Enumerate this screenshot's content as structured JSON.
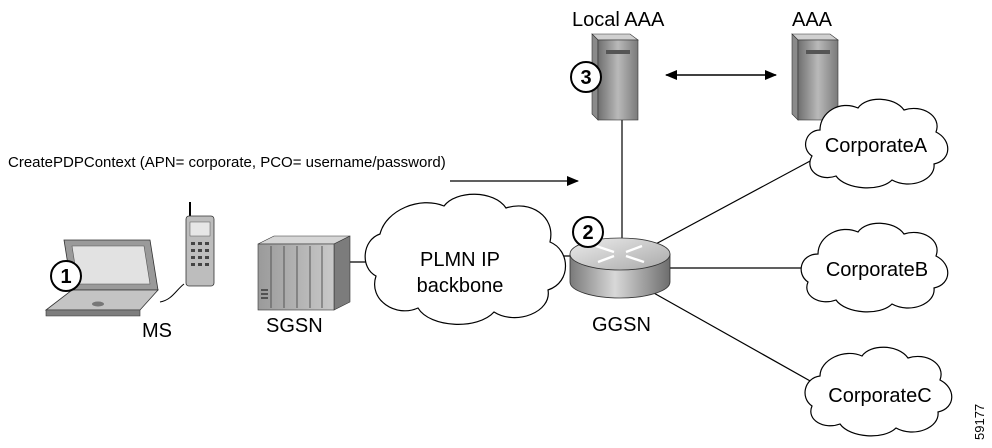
{
  "message": "CreatePDPContext (APN= corporate, PCO= username/password)",
  "nodes": {
    "local_aaa": "Local AAA",
    "aaa": "AAA",
    "ms": "MS",
    "sgsn": "SGSN",
    "ggsn": "GGSN",
    "plmn_line1": "PLMN IP",
    "plmn_line2": "backbone",
    "corp_a": "CorporateA",
    "corp_b": "CorporateB",
    "corp_c": "CorporateC"
  },
  "steps": [
    "1",
    "2",
    "3"
  ],
  "figure_id": "59177"
}
